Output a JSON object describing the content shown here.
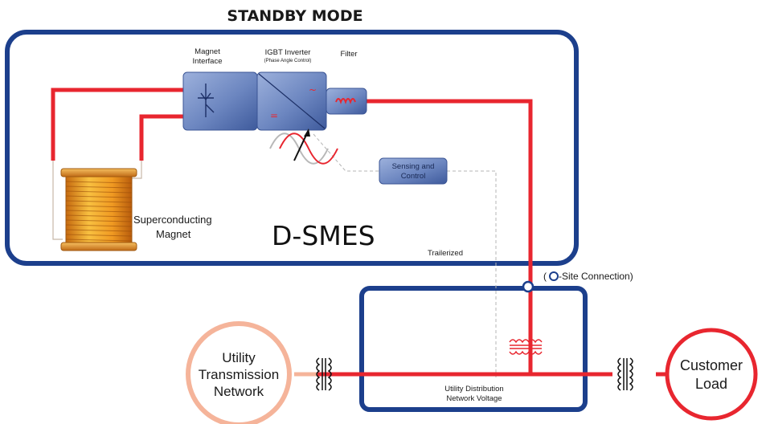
{
  "title": "STANDBY MODE",
  "labels": {
    "magnet_interface": [
      "Magnet",
      "Interface"
    ],
    "igbt_inverter": "IGBT Inverter",
    "igbt_sub": "(Phase Angle Control)",
    "filter": "Filter",
    "sensing_control": [
      "Sensing and",
      "Control"
    ],
    "superconducting_magnet": [
      "Superconducting",
      "Magnet"
    ],
    "dsmes": "D-SMES",
    "trailerized": "Trailerized",
    "site_connection_open": "(",
    "site_connection_text": "-Site Connection)",
    "utility_transmission": [
      "Utility",
      "Transmission",
      "Network"
    ],
    "utility_distribution": [
      "Utility Distribution",
      "Network Voltage"
    ],
    "customer_load": [
      "Customer",
      "Load"
    ]
  },
  "colors": {
    "frame_blue": "#1c3f8c",
    "power_red": "#e8262f",
    "block_blue": "#6f88c0",
    "coil_orange": "#f0a020",
    "utility_ring": "#f5b49a",
    "customer_ring": "#e8262f",
    "dashed_gray": "#b5b5b5"
  }
}
